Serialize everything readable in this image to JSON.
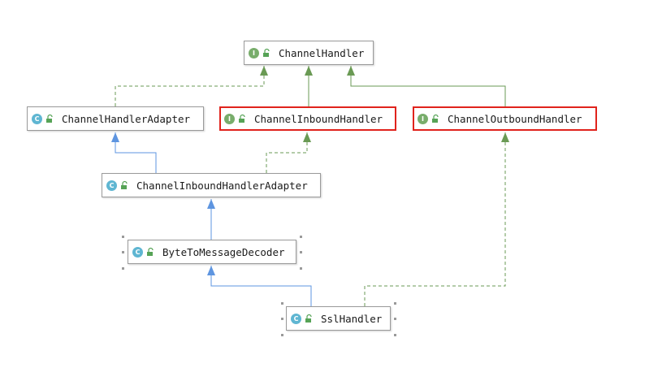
{
  "colors": {
    "interface_badge": "#78ad6b",
    "class_badge": "#5fb6d2",
    "implements_arrow": "#6a9a54",
    "extends_arrow": "#5e95e0",
    "highlight_border": "#e0231c",
    "lock_icon": "#56a356"
  },
  "nodes": {
    "channel_handler": {
      "kind": "interface",
      "badge": "I",
      "label": "ChannelHandler"
    },
    "channel_handler_adapter": {
      "kind": "class",
      "badge": "C",
      "label": "ChannelHandlerAdapter"
    },
    "channel_inbound_handler": {
      "kind": "interface",
      "badge": "I",
      "label": "ChannelInboundHandler",
      "highlighted": true
    },
    "channel_outbound_handler": {
      "kind": "interface",
      "badge": "I",
      "label": "ChannelOutboundHandler",
      "highlighted": true
    },
    "channel_inbound_handler_adapter": {
      "kind": "class",
      "badge": "C",
      "label": "ChannelInboundHandlerAdapter"
    },
    "byte_to_message_decoder": {
      "kind": "abstract-class",
      "badge": "C",
      "label": "ByteToMessageDecoder"
    },
    "ssl_handler": {
      "kind": "class",
      "badge": "C",
      "label": "SslHandler"
    }
  },
  "relations": [
    {
      "from": "channel_handler_adapter",
      "to": "channel_handler",
      "type": "implements"
    },
    {
      "from": "channel_inbound_handler",
      "to": "channel_handler",
      "type": "extends-interface"
    },
    {
      "from": "channel_outbound_handler",
      "to": "channel_handler",
      "type": "extends-interface"
    },
    {
      "from": "channel_inbound_handler_adapter",
      "to": "channel_handler_adapter",
      "type": "extends"
    },
    {
      "from": "channel_inbound_handler_adapter",
      "to": "channel_inbound_handler",
      "type": "implements"
    },
    {
      "from": "byte_to_message_decoder",
      "to": "channel_inbound_handler_adapter",
      "type": "extends"
    },
    {
      "from": "ssl_handler",
      "to": "byte_to_message_decoder",
      "type": "extends"
    },
    {
      "from": "ssl_handler",
      "to": "channel_outbound_handler",
      "type": "implements"
    }
  ]
}
